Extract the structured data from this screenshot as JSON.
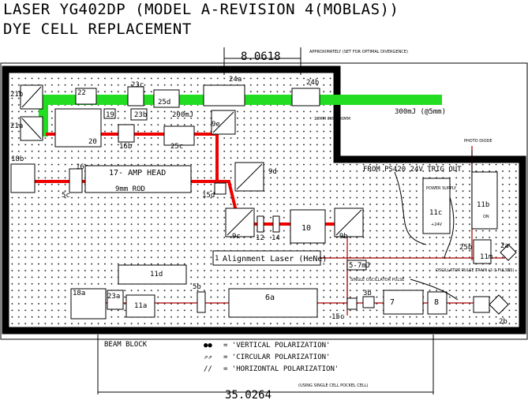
{
  "title": {
    "line1": "LASER YG402DP (MODEL A-REVISION 4(MOBLAS))",
    "line2": "DYE CELL REPLACEMENT"
  },
  "dimensions": {
    "top": "8.0618",
    "top_note": "APPROXIMATELY (SET FOR OPTIMAL DIVERGENCE)",
    "bottom": "35.0264",
    "bottom_note": "(USING SINGLE CELL POCKEL CELL)"
  },
  "beams": {
    "green_label": "300mJ (@5mm)",
    "iris_label": "10MM IRIS 500MM",
    "energy_200": "200mJ",
    "energy_5": "5-7mJ"
  },
  "components": {
    "c21b": "21b",
    "c21a": "21a",
    "c22": "22",
    "c23c": "23c",
    "c25d": "25d",
    "c24a": "24a",
    "c24b": "24b",
    "c19": "19",
    "c23b": "23b",
    "c9e": "9e",
    "c20": "20",
    "c16b": "16b",
    "c25c": "25c",
    "c18b": "18b",
    "c16c": "16c",
    "c17": "17- AMP HEAD",
    "c_rod": "9mm ROD",
    "c5c": "5c",
    "c15d": "15d",
    "c9d": "9d",
    "c9c": "9c",
    "c12": "12",
    "c14": "14",
    "c10": "10",
    "c9b": "9b",
    "c11c": "11c",
    "c11c_title": "POWER SUPPLY",
    "c11c_volt": "+24V",
    "c11b": "11b",
    "c11b_sub": "ON",
    "photo_diode": "PHOTO DIODE",
    "c25b": "25b",
    "c11m": "11m",
    "c2a": "2a",
    "c11d": "11d",
    "alignment": "Alignment Laser (HeNe)",
    "alignment_num": "1",
    "c18a": "18a",
    "c23a": "23a",
    "c11a": "11a",
    "c5b": "5b",
    "c6a": "6a",
    "c15c": "15c",
    "c3b": "3b",
    "c7": "7",
    "c8": "8",
    "c2b": "2b",
    "pockels": "FROM PS420 24V TRIG OUT",
    "single_osc": "SINGLE OSCILLATOR PULSE",
    "osc_train": "OSCILLATOR PULSE TRAIN (2-3 PULSES)",
    "beam_block": "BEAM BLOCK"
  },
  "legend": {
    "vertical": "= 'VERTICAL POLARIZATION'",
    "circular": "= 'CIRCULAR  POLARIZATION'",
    "horizontal": "= 'HORIZONTAL POLARIZATION'"
  },
  "colors": {
    "green_beam": "#22dd22",
    "red_beam": "#ee0000",
    "dark_red_beam": "#aa0000",
    "table_border": "#000000"
  }
}
